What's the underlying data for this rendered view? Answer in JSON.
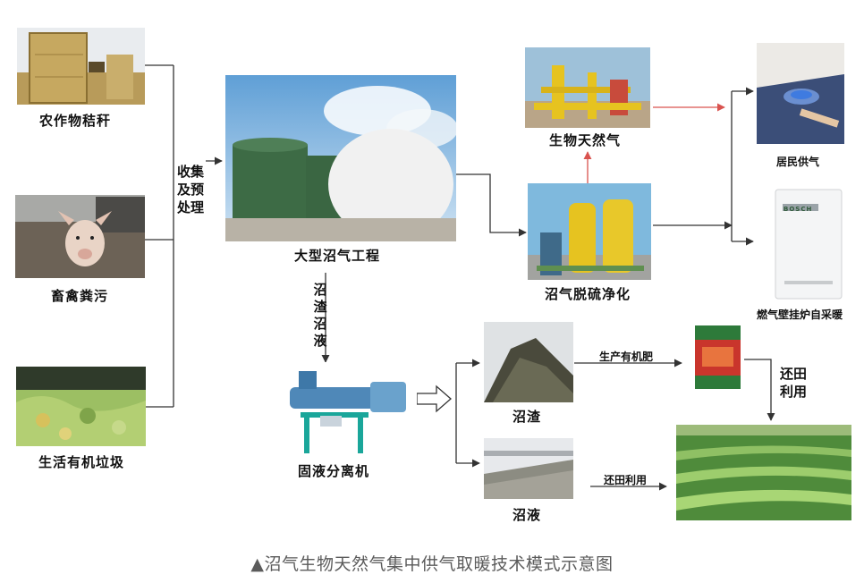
{
  "caption": {
    "marker": "▲",
    "text": "沼气生物天然气集中供气取暖技术模式示意图"
  },
  "inputs": [
    {
      "label": "农作物秸秆"
    },
    {
      "label": "畜禽粪污"
    },
    {
      "label": "生活有机垃圾"
    }
  ],
  "pretreatment_label": "收集及预处理",
  "biogas_plant_label": "大型沼气工程",
  "digestate_label": "沼渣沼液",
  "desulfurization_label": "沼气脱硫净化",
  "natural_gas_label": "生物天然气",
  "residential_label": "居民供气",
  "boiler_label": "燃气壁挂炉自采暖",
  "boiler_brand": "BOSCH",
  "separator_label": "固液分离机",
  "solid_residue_label": "沼渣",
  "liquid_slurry_label": "沼液",
  "fertilizer_step_label": "生产有机肥",
  "return_field_top_label": "还田利用",
  "return_field_bottom_label": "还田利用",
  "colors": {
    "line": "#333333",
    "red_arrow": "#d9534f",
    "caption": "#5b5b5b",
    "tank_green": "#3d6b45",
    "tank_yellow": "#e6c320"
  }
}
